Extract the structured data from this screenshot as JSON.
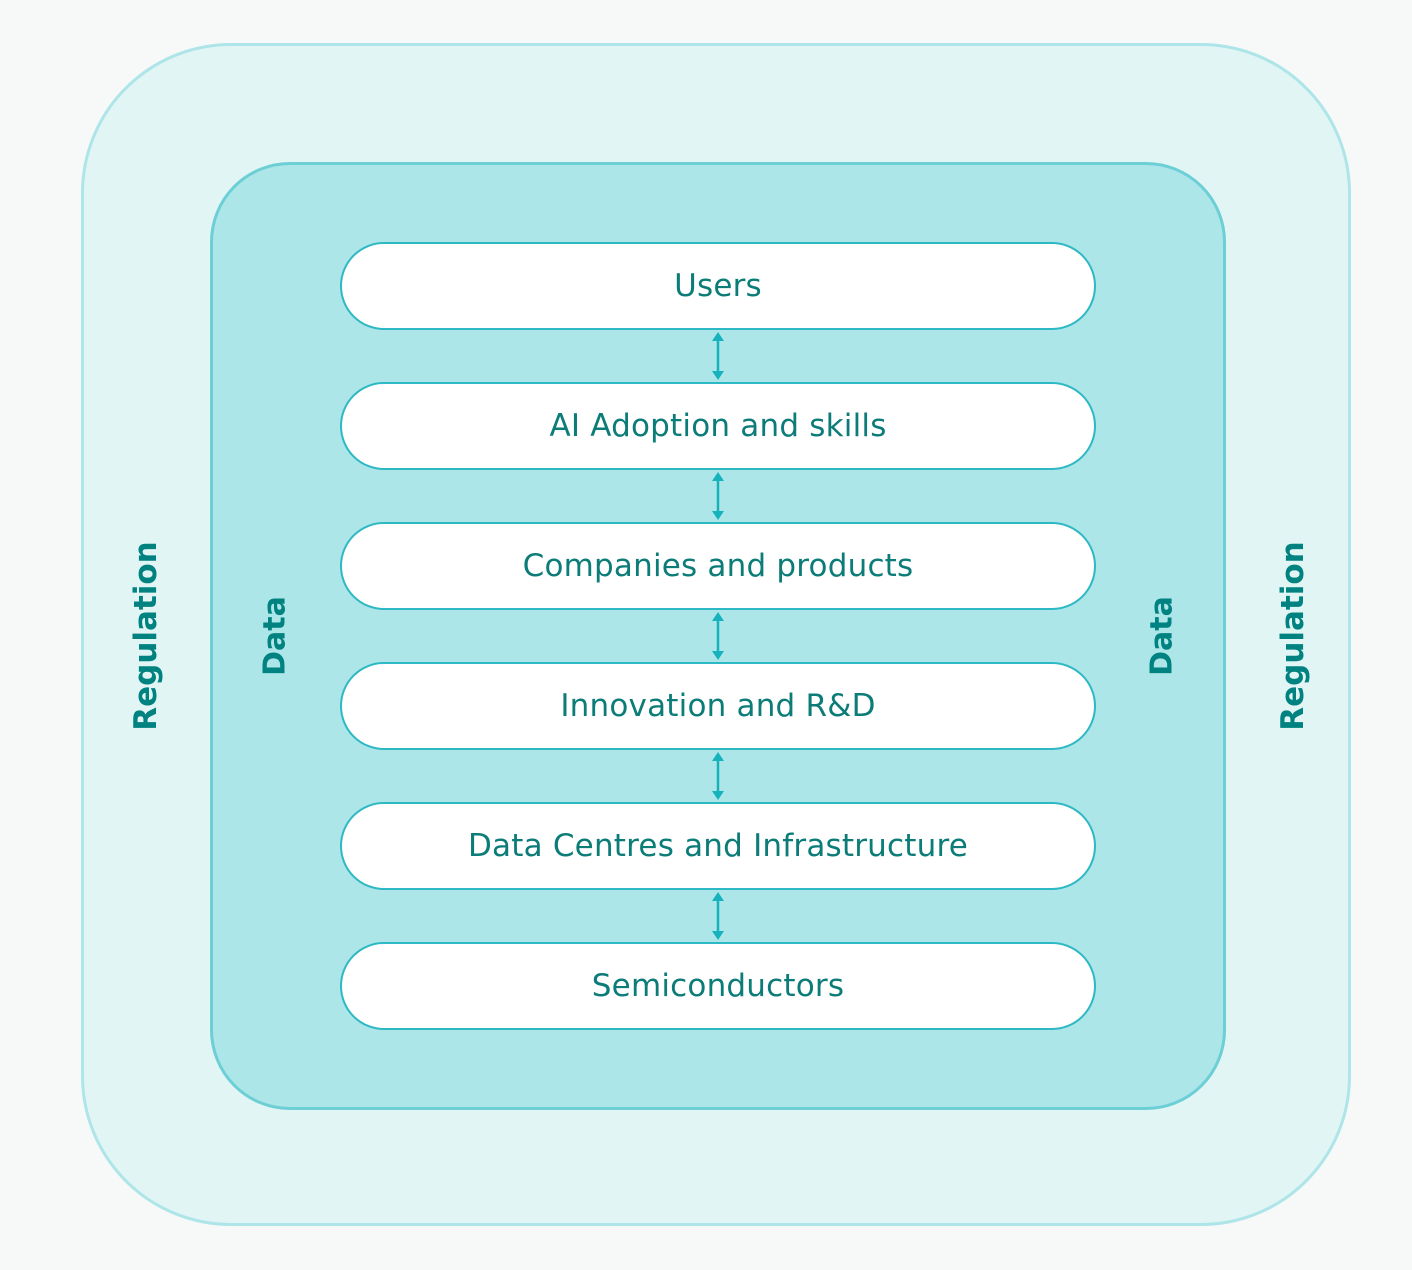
{
  "outer_label": "Regulation",
  "inner_label": "Data",
  "layers": [
    {
      "label": "Users"
    },
    {
      "label": "AI Adoption and skills"
    },
    {
      "label": "Companies and products"
    },
    {
      "label": "Innovation and R&D"
    },
    {
      "label": "Data Centres and Infrastructure"
    },
    {
      "label": "Semiconductors"
    }
  ],
  "colors": {
    "background": "#f7f9f9",
    "outer_fill": "#e2f5f5",
    "outer_border": "#ade5e8",
    "inner_fill": "#ace6e8",
    "inner_border": "#6dcfd6",
    "box_border": "#2db8c4",
    "text": "#0c7c78",
    "arrow": "#16b3bd"
  }
}
